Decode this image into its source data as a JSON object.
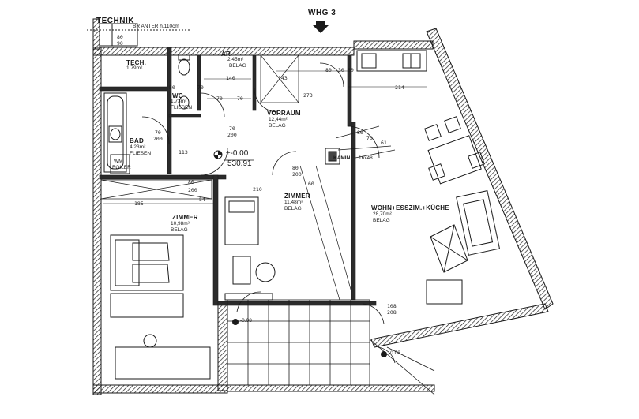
{
  "header": {
    "technik_title": "TECHNIK",
    "technik_note": "BR ANTER h.110cm",
    "unit": "WHG 3"
  },
  "rooms": [
    {
      "name": "TECH.",
      "area": "1,79m²",
      "finish": ""
    },
    {
      "name": "AR",
      "area": "2,45m²",
      "finish": "BELAG"
    },
    {
      "name": "WC",
      "area": "1,73m²",
      "finish": "FLIESEN"
    },
    {
      "name": "VORRAUM",
      "area": "12,44m²",
      "finish": "BELAG"
    },
    {
      "name": "BAD",
      "area": "4,23m²",
      "finish": "FLIESEN"
    },
    {
      "name": "ZIMMER",
      "area": "10,98m²",
      "finish": "BELAG"
    },
    {
      "name": "ZIMMER",
      "area": "11,48m²",
      "finish": "BELAG"
    },
    {
      "name": "WOHN+ESSZIM.+KÜCHE",
      "area": "28,70m²",
      "finish": "BELAG"
    }
  ],
  "level": {
    "mark": "±-0.00",
    "value": "530.91"
  },
  "labels": {
    "kamin": "KAMIN",
    "kamin_size": "16x48",
    "wm": "WM",
    "boiler": "BOILER",
    "terrace_level": "-0.08",
    "terrace_level_2": "-0.08"
  },
  "dimensions": {
    "d80": "80",
    "d90": "90",
    "d140": "140",
    "d143": "143",
    "d70a": "70",
    "d70b": "70",
    "d70c": "70",
    "d50": "50",
    "d273": "273",
    "d214": "214",
    "d80b": "80",
    "d30": "30",
    "d80c": "80",
    "d70d": "70",
    "d200a": "200",
    "d70e": "70",
    "d200b": "200",
    "d113": "113",
    "d185": "185",
    "d54": "54",
    "d80d": "80",
    "d200c": "200",
    "d80e": "80",
    "d200d": "200",
    "d210": "210",
    "d60": "60",
    "d80f": "80",
    "d70f": "70",
    "d61": "61",
    "d108": "108",
    "d208": "208"
  },
  "colors": {
    "line": "#1a1a1a",
    "wall": "#2b2b2b",
    "paper": "#ffffff"
  }
}
